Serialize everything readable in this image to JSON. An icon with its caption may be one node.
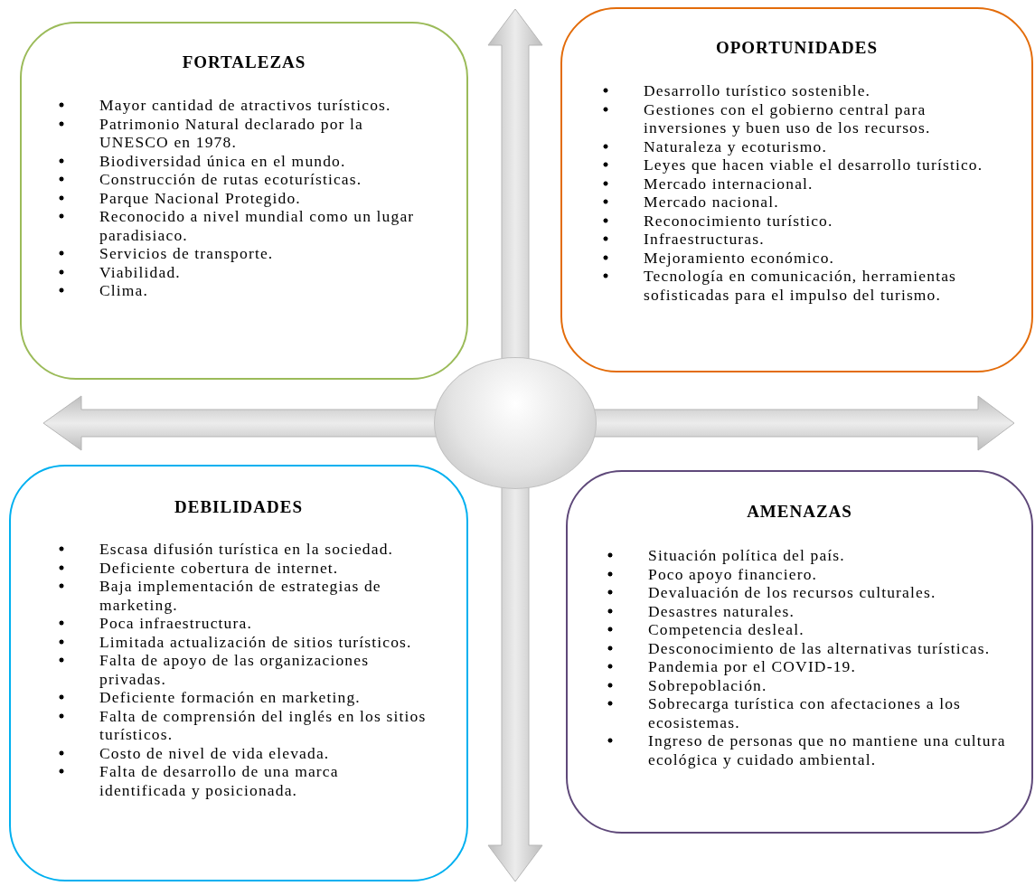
{
  "diagram": {
    "nodes": [
      {
        "text": [
          "FORTALEZAS",
          "Mayor cantidad de atractivos turísticos.",
          "Patrimonio Natural declarado por la UNESCO en 1978.",
          "Biodiversidad única en el mundo.",
          "Construcción de rutas ecoturísticas.",
          "Parque Nacional Protegido.",
          "Reconocido a nivel mundial como un lugar paradisiaco.",
          "Servicios de transporte.",
          "Viabilidad.",
          "Clima."
        ]
      },
      {
        "text": [
          "OPORTUNIDADES",
          "Desarrollo turístico sostenible.",
          "Gestiones con el gobierno central para inversiones y buen uso de los recursos.",
          "Naturaleza y ecoturismo.",
          "Leyes que hacen viable el desarrollo turístico.",
          "Mercado internacional.",
          "Mercado nacional.",
          "Reconocimiento turístico.",
          "Infraestructuras.",
          "Mejoramiento económico.",
          "Tecnología en comunicación, herramientas sofisticadas para el impulso del turismo."
        ]
      },
      {
        "text": [],
        "shape": "circle"
      },
      {
        "text": [
          "DEBILIDADES",
          "Escasa difusión turística en la sociedad.",
          "Deficiente cobertura de internet.",
          "Baja implementación de estrategias de marketing.",
          "Poca infraestructura.",
          "Limitada actualización de sitios turísticos.",
          "Falta de apoyo de las organizaciones privadas.",
          "Deficiente formación en marketing.",
          "Falta de comprensión del inglés en los sitios turísticos.",
          "Costo de nivel de vida elevada.",
          "Falta de desarrollo de una marca identificada y posicionada."
        ]
      },
      {
        "text": [
          "AMENAZAS",
          "Situación política del país.",
          "Poco apoyo financiero.",
          "Devaluación de los recursos culturales.",
          "Desastres naturales.",
          "Competencia desleal.",
          "Desconocimiento de las alternativas turísticas.",
          "Pandemia por el COVID-19.",
          "Sobrepoblación.",
          "Sobrecarga turística con afectaciones a los ecosistemas.",
          "Ingreso de personas que no mantiene una cultura ecológica y cuidado ambiental."
        ]
      }
    ]
  }
}
